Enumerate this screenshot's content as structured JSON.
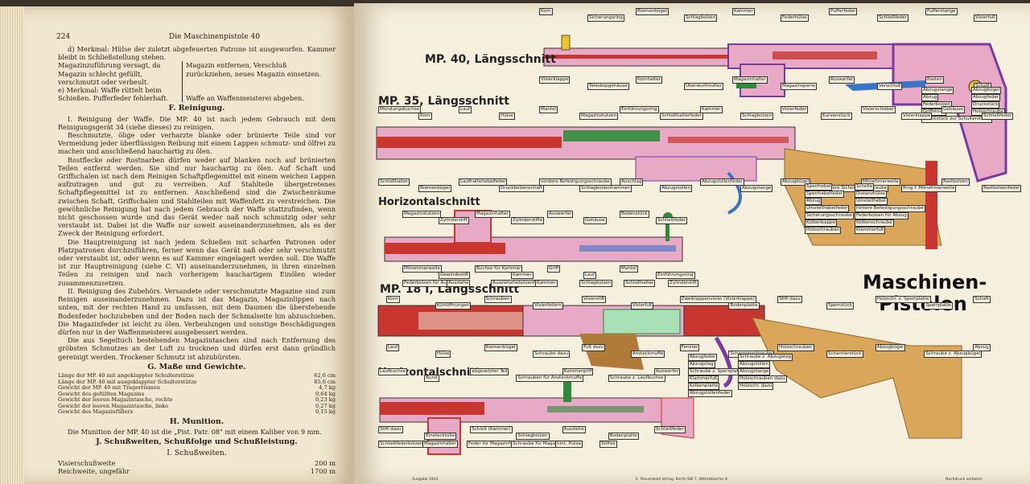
{
  "left_page": {
    "page_number": "224",
    "running_title": "Die Maschinenpistole 40",
    "d_line": "d) Merkmal: Hülse der zuletzt abgefeuerten Patrone ist ausgeworfen. Kammer bleibt in Schließstellung stehen.",
    "d_detail_left": "Magazinzuführung versagt, da Magazin schlecht gefüllt, verschmutzt oder verbeult.",
    "d_detail_right": "Magazin entfernen, Verschluß zurückziehen, neues Magazin einsetzen.",
    "e_line": "e) Merkmal: Waffe rüttelt beim Schießen. Pufferfeder fehlerhaft.",
    "e_right": "Waffe an Waffenmeisterei abgeben.",
    "section_f": "F. Reinigung.",
    "f_p1": "I. Reinigung der Waffe. Die MP. 40 ist nach jedem Gebrauch mit dem Reinigungsgerät 34 (siehe dieses) zu reinigen.",
    "f_p2": "Beschmutzte, ölige oder verharzte blanke oder brünierte Teile sind vor Vermeidung jeder überflüssigen Reibung mit einem Lappen schmutz- und ölfrei zu machen und anschließend hauchartig zu ölen.",
    "f_p3": "Rostflecke oder Rostnarben dürfen weder auf blanken noch auf brünierten Teilen entfernt werden. Sie sind nur hauchartig zu ölen. Auf Schaft und Griffschalen ist nach dem Reinigen Schaftpflegemittel mit einem weichen Lappen aufzutragen und gut zu verreiben. Auf Stahlteile übergetretenes Schaftpflegemittel ist zu entfernen. Anschließend sind die Zwischenräume zwischen Schaft, Griffschalen und Stahlteilen mit Waffenfett zu verstreichen. Die gewöhnliche Reinigung hat nach jedem Gebrauch der Waffe stattzufinden, wenn nicht geschossen wurde und das Gerät weder naß noch schmutzig oder sehr verstaubt ist. Dabei ist die Waffe nur soweit auseinanderzunehmen, als es der Zweck der Reinigung erfordert.",
    "f_p4": "Die Hauptreinigung ist nach jedem Schießen mit scharfen Patronen oder Platzpatronen durchzuführen, ferner wenn das Gerät naß oder sehr verschmutzt oder verstaubt ist, oder wenn es auf Kammer eingelagert werden soll. Die Waffe ist zur Hauptreinigung (siehe C. VI) auseinanderzunehmen, in ihren einzelnen Teilen zu reinigen und nach vorherigem hauchartigem Einölen wieder zusammenzusetzen.",
    "f_p5": "II. Reinigung des Zubehörs. Versandete oder verschmutzte Magazine sind zum Reinigen auseinanderzunehmen. Dazu ist das Magazin, Magazinlippen nach unten, mit der rechten Hand zu umfassen, mit dem Daumen die überstehende Bodenfeder hochzuheben und der Boden nach der Schmalseite hin abzuschieben. Die Magazinfeder ist leicht zu ölen. Verbeulungen und sonstige Beschädigungen dürfen nur in der Waffenmeisterei ausgebessert werden.",
    "f_p6": "Die aus Segeltuch bestehenden Magazintaschen sind nach Entfernung des gröbsten Schmutzes an der Luft zu trocknen und dürfen erst dann gründlich gereinigt werden. Trockener Schmutz ist abzubürsten.",
    "section_g": "G. Maße und Gewichte.",
    "g_rows": [
      {
        "label": "Länge der MP. 40 mit angeklappter Schulterstütze",
        "value": "62,6",
        "unit": "cm"
      },
      {
        "label": "Länge der MP. 40 mit ausgeklappter Schulterstütze",
        "value": "85,6",
        "unit": "cm"
      },
      {
        "label": "Gewicht der MP. 40 mit Tragerriemen",
        "value": "4,7",
        "unit": "kg"
      },
      {
        "label": "Gewicht des gefüllten Magazins",
        "value": "0,64",
        "unit": "kg"
      },
      {
        "label": "Gewicht der leeren Magazintasche, rechte",
        "value": "0,23",
        "unit": "kg"
      },
      {
        "label": "Gewicht der leeren Magazintasche, linke",
        "value": "0,27",
        "unit": "kg"
      },
      {
        "label": "Gewicht des Magazinfüllers",
        "value": "0,15",
        "unit": "kg"
      }
    ],
    "section_h": "H. Munition.",
    "h_text": "Die Munition der MP. 40 ist die „Pist. Patr. 08\" mit einem Kaliber von 9 mm.",
    "section_j": "J. Schußweiten, Schußfolge und Schußleistung.",
    "j_sub": "I. Schußweiten.",
    "j_rows": [
      {
        "label": "Visierschußweite",
        "value": "200",
        "unit": "m"
      },
      {
        "label": "Reichweite, ungefähr",
        "value": "1700",
        "unit": "m"
      }
    ]
  },
  "right_page": {
    "big_title_1": "Maschinen-",
    "big_title_2": "Pistolen",
    "section_titles": {
      "mp40": "MP. 40, Längsschnitt",
      "mp35": "MP. 35, Längsschnitt",
      "mp35_h": "Horizontalschnitt",
      "mp18": "MP. 18 I, Längsschnitt",
      "mp18_h": "Horizontalschnitt"
    },
    "labels_mp40": [
      "Korn",
      "Sicherungsring",
      "Riemenbügel",
      "Schlagbolzen",
      "Kammer",
      "Federhülse",
      "Pufferfeder",
      "Schließfeder",
      "Pufferstange",
      "Visierfuß",
      "Visierklappe",
      "Teleskopgehäuse",
      "Kornhalter",
      "Überwurfmutter",
      "Magazinhalter",
      "Magazinsperre",
      "Auswerfer",
      "Verschluß",
      "Kasten",
      "Schaft",
      "Abzugstange",
      "Abzugbügel",
      "Abzug",
      "Abzugfeder",
      "Federbolzen",
      "Druckstück",
      "Griffstück",
      "Holzschraube",
      "Druckstück zur Schulterstütze"
    ],
    "labels_mp35": [
      "Mündungsbuchse",
      "Korn",
      "Lauf",
      "Hülse",
      "Mantel",
      "Magazinstutzen",
      "Einführungsring",
      "Schloßhalterfeder",
      "Kammer",
      "Schlagbolzen",
      "Visierfeder",
      "Kurvenstück",
      "Visierschieber",
      "Visierklappe",
      "Gehäuse",
      "Schließfeder",
      "Schloßhalter",
      "Riemenbügel",
      "Laufhaltehebelfeder",
      "Druckbolzenschaft",
      "vordere Befestigungsschraube",
      "Schlagbolzenhammer",
      "Anschlag",
      "Abzugstollen",
      "Abzugstollenfeder",
      "Abzugstange",
      "Abzugbügel",
      "vordere Sicherungsschraube",
      "Mitnehmerwelle",
      "Ring f. Mitnehmerwelle",
      "Rastbolzen",
      "Rastbolzenfeder",
      "Sperrhebel",
      "Schelle",
      "Sperrhebelfeder",
      "Distanzhülse",
      "Abzug",
      "Umstellhebel",
      "Umstellhebelfeder",
      "hintere Befestigungsschraube",
      "Sicherungsschraube",
      "Federbolzen für Abzug",
      "Kolbenkappe",
      "Kolbenschraube",
      "Holzschrauben",
      "Klammerfuß"
    ],
    "labels_mp35_h": [
      "Magazinstutzen",
      "Zylinderstift",
      "Magazinhalter",
      "Zylinderstifte",
      "Auswerfer",
      "Gehäuse",
      "Bodenstück",
      "Schließfeder",
      "Mitnehmerwelle",
      "Gewindestift",
      "Buchse für Kammer",
      "Kammer",
      "Griff",
      "Lauf",
      "Mantel",
      "Einführungsring",
      "Federbolzen für Auswerfer",
      "Ausziehe",
      "Ausziehehebolzenfeder",
      "Kammer",
      "Schlagbolzen",
      "Schloßhalter",
      "Zylinderstift"
    ],
    "labels_mp18": [
      "Korn",
      "Kühlöffnungen",
      "Schrauben",
      "Visierfedern",
      "Visierstift",
      "Visierfuß",
      "Zweiklappenvisier (Visierklappe)",
      "Bodenplatte",
      "Stift dazu",
      "Sperrstück",
      "Holzschr. z. Sperrplatte",
      "Sperrplatte",
      "Schaft",
      "Lauf",
      "Hülse",
      "Riemenbügel",
      "Schraube dazu",
      "Fuß dazu",
      "Ansteckmuffe",
      "Fenster",
      "Scharnierschraube",
      "Holzschrauben",
      "Scharnierstück",
      "Abzugbügel",
      "Schraube z. Abzugbügel",
      "Abzug",
      "Abzugfeder",
      "Schraube z. Abzugsteg",
      "Abzugsteg",
      "Abzugstollen",
      "Schraube z. Sperrplatte",
      "Abzugstange",
      "Klammerfuß",
      "Holzschrauben dazu",
      "Kolbenplatte",
      "Holzschr. dazu",
      "Abzugstollenfeder"
    ],
    "labels_mp18_h": [
      "Laufbuchse",
      "Bund",
      "abgesetzter Teil",
      "Schrauben für Ansteckmuffe",
      "Kammergriff",
      "Schraube z. Laufbuchse",
      "Auswerfer",
      "Stift dazu",
      "Einstecktülle",
      "Schloß (Kammer)",
      "Schlagbolzen",
      "Ausziehe",
      "Bodenplatte",
      "Schließfeder",
      "Schließfederbolzen",
      "Magazinhalter",
      "Feder für Magazinhalter",
      "Schraube für Magazinhalter",
      "hint. Hülse",
      "Stiftes"
    ],
    "footer_left": "Ausgabe 1943",
    "footer_mid": "E. Steuerwald Verlag, Berlin SW 7, Wittelsbacher 8",
    "footer_right": "Nachdruck verboten"
  },
  "colors": {
    "paper_left": "#f1e6cf",
    "paper_right": "#f6efdd",
    "steel_red": "#c8362f",
    "pink": "#e7a9c5",
    "green": "#2f8a3b",
    "blue": "#3a74c4",
    "purple": "#7a3aa0",
    "wood": "#d9a65a",
    "yellow": "#e8c52a"
  }
}
